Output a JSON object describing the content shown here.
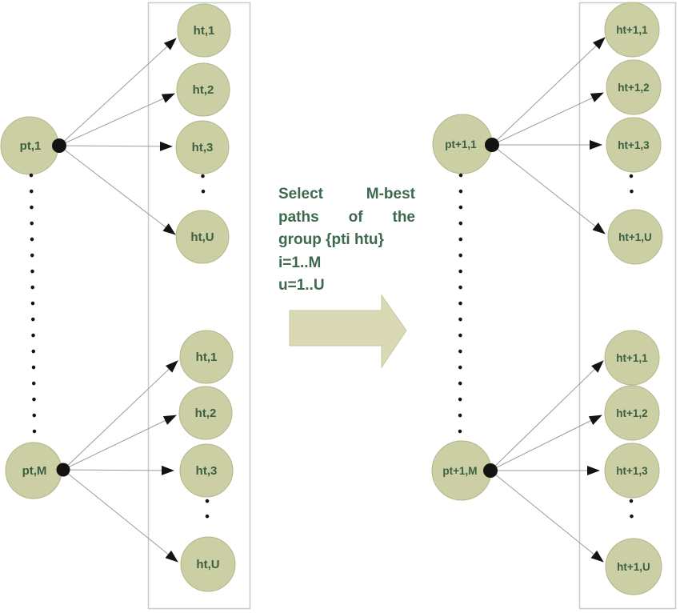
{
  "figure": {
    "caption": {
      "words_line1": [
        "Select",
        "M-best"
      ],
      "words_line2": [
        "paths",
        "of",
        "the"
      ],
      "line3": "group {pti htu}",
      "line4": "i=1..M",
      "line5": "u=1..U"
    },
    "left_graph": {
      "parent_top": "pt,1",
      "parent_bottom": "pt,M",
      "hyp_top": [
        "ht,1",
        "ht,2",
        "ht,3",
        "ht,U"
      ],
      "hyp_bottom": [
        "ht,1",
        "ht,2",
        "ht,3",
        "ht,U"
      ]
    },
    "right_graph": {
      "parent_top": "pt+1,1",
      "parent_bottom": "pt+1,M",
      "hyp_top": [
        "ht+1,1",
        "ht+1,2",
        "ht+1,3",
        "ht+1,U"
      ],
      "hyp_bottom": [
        "ht+1,1",
        "ht+1,2",
        "ht+1,3",
        "ht+1,U"
      ]
    },
    "colors": {
      "node_fill": "#cbcfa3",
      "node_stroke": "#b2b78a",
      "label_green": "#3b5f41",
      "caption_green": "#3e694e",
      "arrow_fill": "#d9dab5",
      "arrow_stroke": "#c6c89e",
      "edge_gray": "#9b9b9b",
      "box_border": "#c6ccc3",
      "ink": "#131313"
    }
  }
}
